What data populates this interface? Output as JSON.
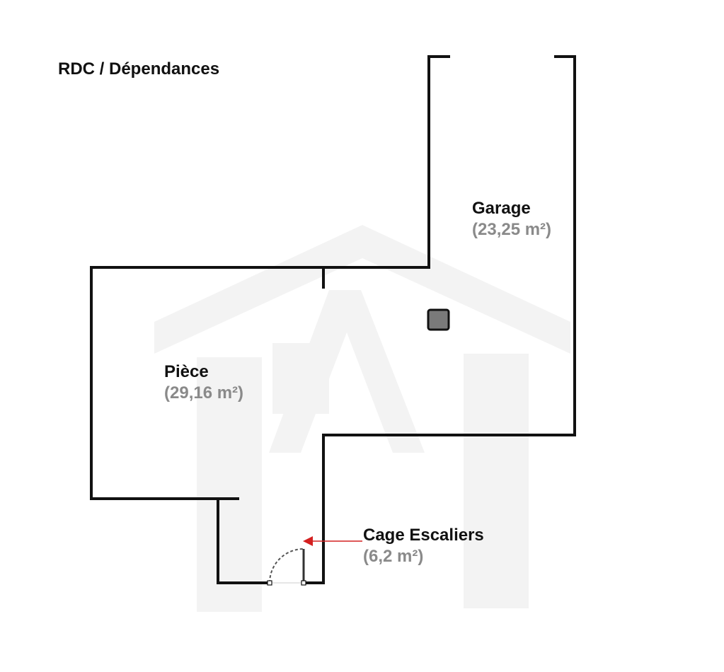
{
  "title": "RDC / Dépendances",
  "colors": {
    "wall": "#111111",
    "area_text": "#8a8a8a",
    "arrow": "#d42020",
    "pillar_fill": "#7a7a7a",
    "watermark": "#f3f3f3"
  },
  "rooms": [
    {
      "name": "Garage",
      "area": "(23,25 m²)"
    },
    {
      "name": "Pièce",
      "area": "(29,16 m²)"
    },
    {
      "name": "Cage Escaliers",
      "area": "(6,2 m²)"
    }
  ],
  "annotations": {
    "arrow": "pointer from Cage Escaliers label to stair door"
  }
}
